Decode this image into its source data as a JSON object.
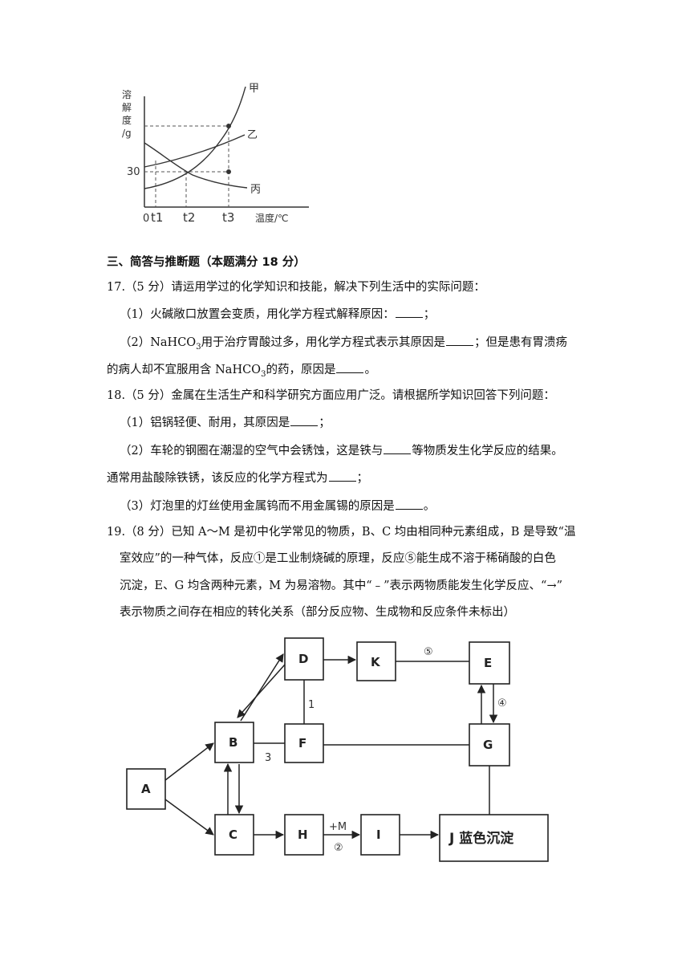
{
  "solubility_chart": {
    "ylabel": "溶解度/g",
    "xlabel": "温度/℃",
    "y_tick": "30",
    "x_ticks": [
      "0",
      "t1",
      "t2",
      "t3"
    ],
    "series": [
      {
        "name": "甲"
      },
      {
        "name": "乙"
      },
      {
        "name": "丙"
      }
    ]
  },
  "section": {
    "title": "三、简答与推断题（本题满分 18 分）"
  },
  "q17": {
    "stem": "17.（5 分）请运用学过的化学知识和技能，解决下列生活中的实际问题：",
    "p1": "（1）火碱敞口放置会变质，用化学方程式解释原因：",
    "p1_end": "；",
    "p2_a": "（2）NaHCO",
    "p2_b": "用于治疗胃酸过多，用化学方程式表示其原因是",
    "p2_c": "；但是患有胃溃疡",
    "p2_line2_a": "的病人却不宜服用含  NaHCO",
    "p2_line2_b": "的药，原因是",
    "p2_line2_end": "。",
    "sub3": "3"
  },
  "q18": {
    "stem": "18.（5 分）金属在生活生产和科学研究方面应用广泛。请根据所学知识回答下列问题：",
    "p1": "（1）铝锅轻便、耐用，其原因是",
    "p1_end": "；",
    "p2_a": "（2）车轮的钢圈在潮湿的空气中会锈蚀，这是铁与",
    "p2_b": "等物质发生化学反应的结果。",
    "p2_line2": "通常用盐酸除铁锈，该反应的化学方程式为",
    "p2_line2_end": "；",
    "p3": "（3）灯泡里的灯丝使用金属钨而不用金属锡的原因是",
    "p3_end": "。"
  },
  "q19": {
    "line1": "19.（8 分）已知 A～M 是初中化学常见的物质，B、C 均由相同种元素组成，B 是导致“温",
    "line2": "室效应”的一种气体，反应①是工业制烧碱的原理，反应⑤能生成不溶于稀硝酸的白色",
    "line3": "沉淀，E、G 均含两种元素，M 为易溶物。其中“﹣”表示两物质能发生化学反应、“→”",
    "line4": "表示物质之间存在相应的转化关系（部分反应物、生成物和反应条件未标出）"
  },
  "diagram": {
    "nodes": [
      "A",
      "B",
      "C",
      "D",
      "K",
      "E",
      "F",
      "G",
      "H",
      "I",
      "J 蓝色沉淀"
    ],
    "labels": {
      "r1": "1",
      "r2": "②",
      "r3": "3",
      "r4": "④",
      "r5": "⑤",
      "plus_m": "+M"
    }
  }
}
